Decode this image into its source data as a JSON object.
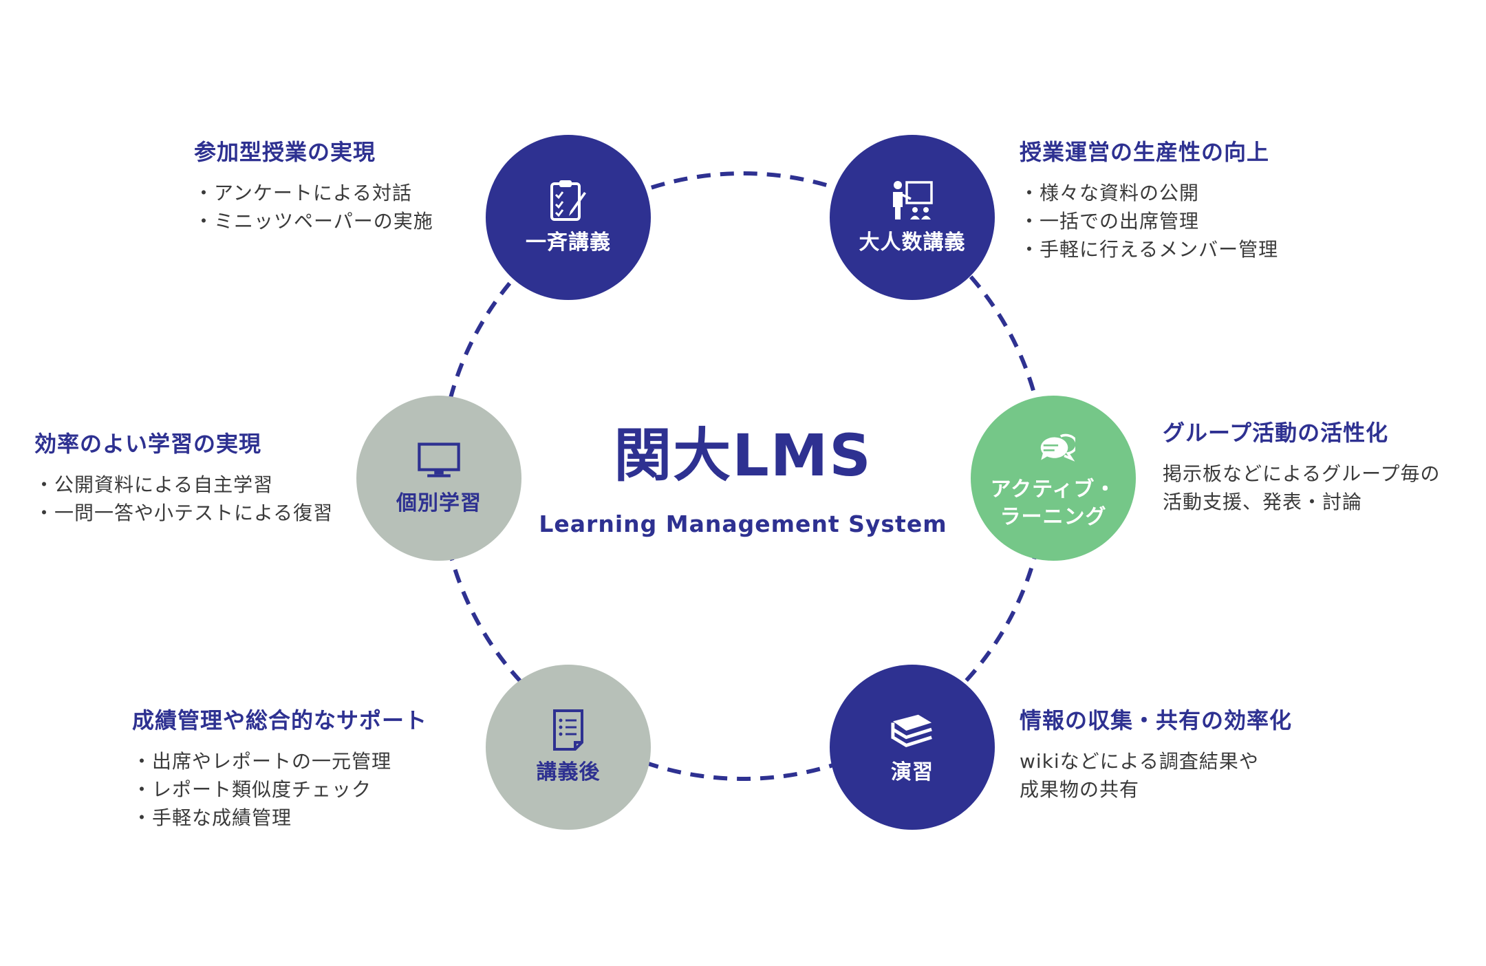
{
  "center": {
    "title": "関大LMS",
    "subtitle": "Learning Management System"
  },
  "colors": {
    "navy": "#2e3191",
    "gray": "#b7c0b8",
    "green": "#75c788",
    "text": "#3a3a3a"
  },
  "nodes": [
    {
      "id": "issai",
      "label": "一斉講義",
      "icon": "clipboard-checklist-icon",
      "color": "navy"
    },
    {
      "id": "ninzu",
      "label": "大人数講義",
      "icon": "presenter-board-icon",
      "color": "navy"
    },
    {
      "id": "active",
      "label_line1": "アクティブ・",
      "label_line2": "ラーニング",
      "icon": "chat-bubbles-icon",
      "color": "green"
    },
    {
      "id": "enshu",
      "label": "演習",
      "icon": "book-stack-icon",
      "color": "navy"
    },
    {
      "id": "kogigo",
      "label": "講義後",
      "icon": "document-list-icon",
      "color": "gray"
    },
    {
      "id": "kobetsu",
      "label": "個別学習",
      "icon": "monitor-icon",
      "color": "gray"
    }
  ],
  "features": {
    "participation": {
      "heading": "参加型授業の実現",
      "lines": [
        "・アンケートによる対話",
        "・ミニッツペーパーの実施"
      ]
    },
    "operation": {
      "heading": "授業運営の生産性の向上",
      "lines": [
        "・様々な資料の公開",
        "・一括での出席管理",
        "・手軽に行えるメンバー管理"
      ]
    },
    "group": {
      "heading": "グループ活動の活性化",
      "lines": [
        "掲示板などによるグループ毎の",
        "活動支援、発表・討論"
      ]
    },
    "info": {
      "heading": "情報の収集・共有の効率化",
      "lines": [
        "wikiなどによる調査結果や",
        "成果物の共有"
      ]
    },
    "grades": {
      "heading": "成績管理や総合的なサポート",
      "lines": [
        "・出席やレポートの一元管理",
        "・レポート類似度チェック",
        "・手軽な成績管理"
      ]
    },
    "efficient": {
      "heading": "効率のよい学習の実現",
      "lines": [
        "・公開資料による自主学習",
        "・一問一答や小テストによる復習"
      ]
    }
  }
}
